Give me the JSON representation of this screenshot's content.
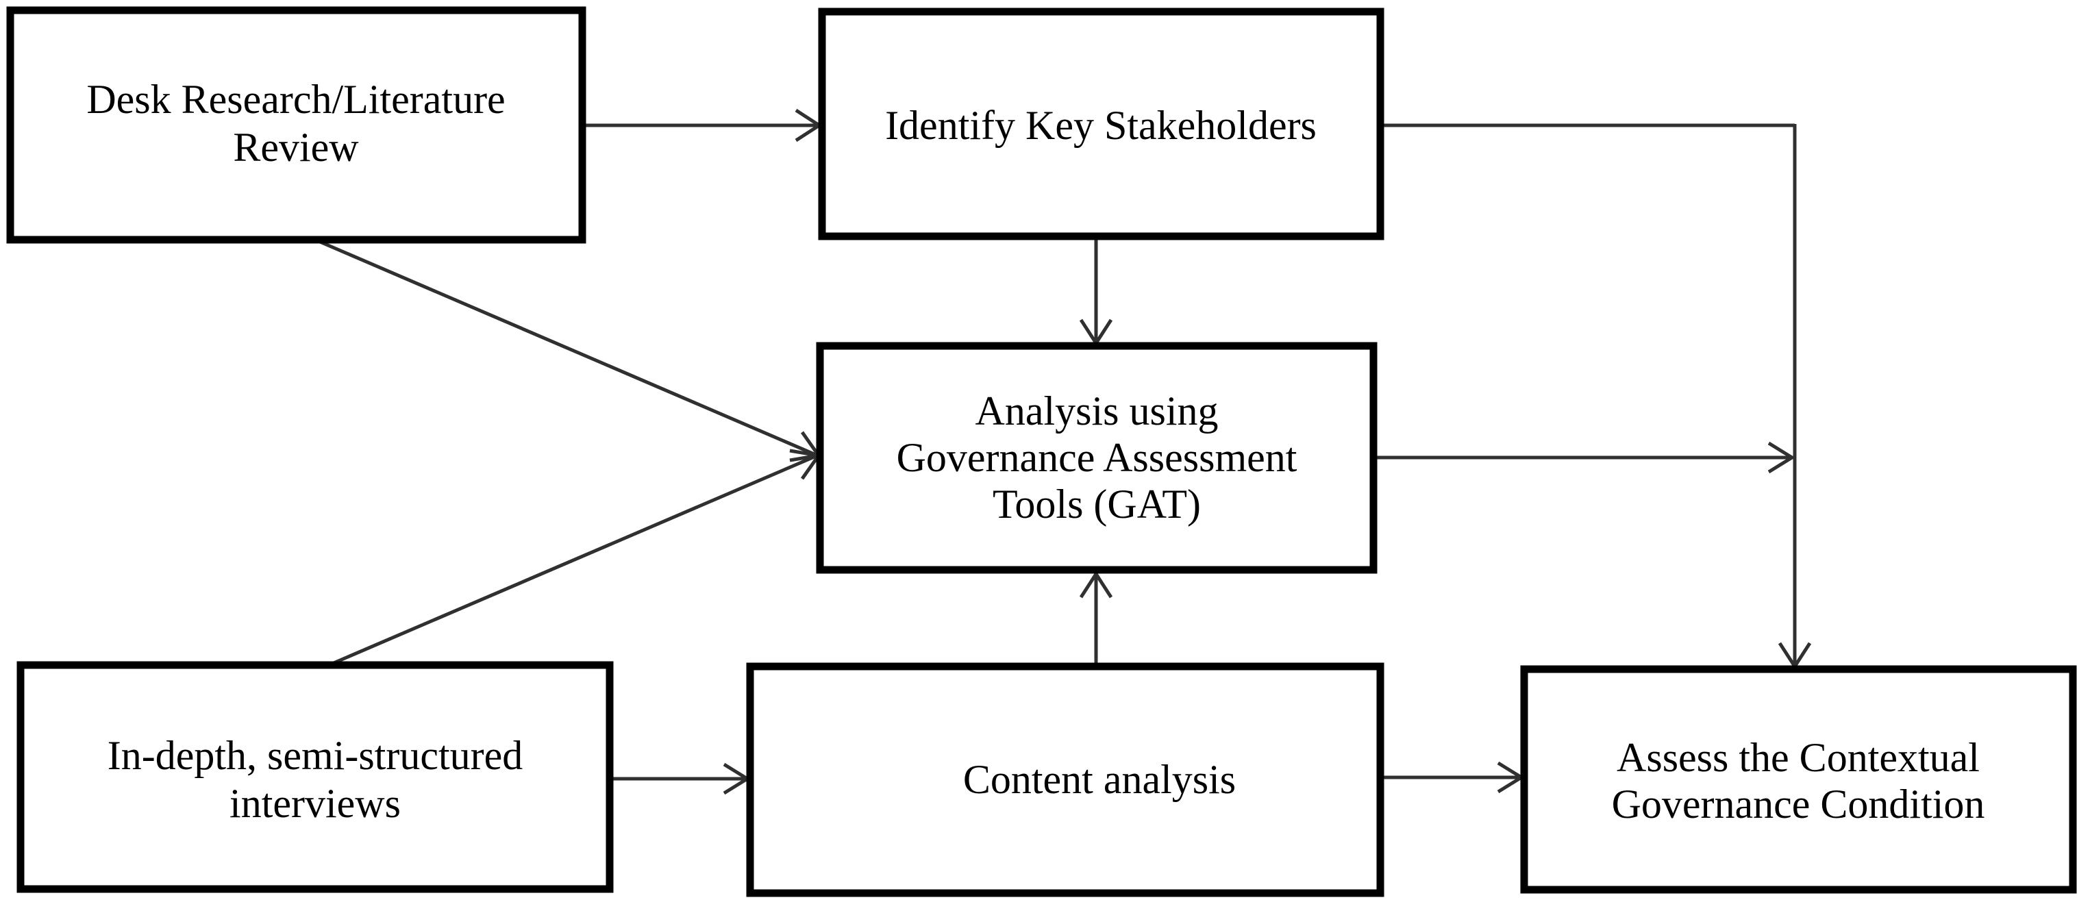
{
  "diagram": {
    "type": "flowchart",
    "colors": {
      "background": "#ffffff",
      "box_fill": "#ffffff",
      "box_border": "#000000",
      "connector": "#303030",
      "text": "#000000"
    },
    "nodes": {
      "desk_research": {
        "label": "Desk Research/Literature Review",
        "lines": [
          "Desk Research/Literature",
          "Review"
        ]
      },
      "identify_stakeholders": {
        "label": "Identify Key Stakeholders",
        "lines": [
          "Identify Key Stakeholders"
        ]
      },
      "gat_analysis": {
        "label": "Analysis using Governance Assessment Tools (GAT)",
        "lines": [
          "Analysis using",
          "Governance Assessment",
          "Tools (GAT)"
        ]
      },
      "interviews": {
        "label": "In-depth, semi-structured interviews",
        "lines": [
          "In-depth, semi-structured",
          "interviews"
        ]
      },
      "content_analysis": {
        "label": "Content analysis",
        "lines": [
          "Content analysis"
        ]
      },
      "assess_condition": {
        "label": "Assess the Contextual Governance Condition",
        "lines": [
          "Assess the Contextual",
          "Governance Condition"
        ]
      }
    },
    "edges": [
      {
        "from": "desk_research",
        "to": "identify_stakeholders"
      },
      {
        "from": "desk_research",
        "to": "gat_analysis"
      },
      {
        "from": "identify_stakeholders",
        "to": "gat_analysis"
      },
      {
        "from": "identify_stakeholders",
        "to": "assess_condition"
      },
      {
        "from": "interviews",
        "to": "gat_analysis"
      },
      {
        "from": "interviews",
        "to": "content_analysis"
      },
      {
        "from": "content_analysis",
        "to": "gat_analysis"
      },
      {
        "from": "content_analysis",
        "to": "assess_condition"
      },
      {
        "from": "gat_analysis",
        "to": "assess_condition"
      }
    ]
  }
}
